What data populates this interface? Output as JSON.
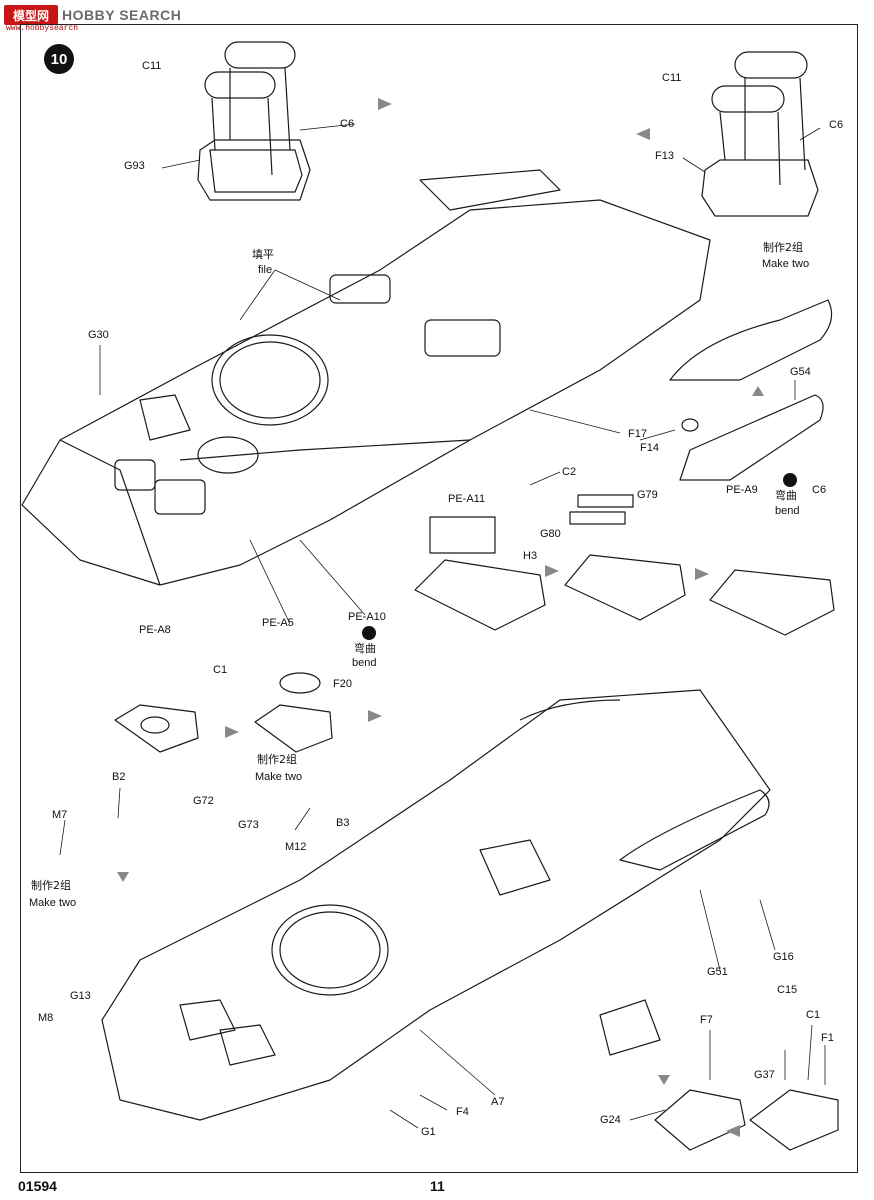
{
  "watermark": {
    "logo": "模型网",
    "text": "HOBBY SEARCH",
    "url": "www.hobbysearch"
  },
  "step_number": "10",
  "footer": {
    "product_code": "01594",
    "page_number": "11"
  },
  "labels": {
    "c11_left": "C11",
    "c6_left": "C6",
    "g93": "G93",
    "c11_right": "C11",
    "c6_right": "C6",
    "f13": "F13",
    "file_cn": "填平",
    "file_en": "file",
    "make_two_cn_1": "制作2组",
    "make_two_en_1": "Make two",
    "g30": "G30",
    "g54": "G54",
    "f14": "F14",
    "f17": "F17",
    "c2": "C2",
    "pe_a11": "PE-A11",
    "g79": "G79",
    "g80": "G80",
    "h3": "H3",
    "pe_a9": "PE-A9",
    "c6_bend": "C6",
    "bend_cn_1": "弯曲",
    "bend_en_1": "bend",
    "pe_a5": "PE-A5",
    "pe_a10": "PE-A10",
    "bend_cn_2": "弯曲",
    "bend_en_2": "bend",
    "pe_a8": "PE-A8",
    "c1_mid": "C1",
    "f20": "F20",
    "make_two_cn_2": "制作2组",
    "make_two_en_2": "Make two",
    "b2": "B2",
    "m7": "M7",
    "make_two_cn_3": "制作2组",
    "make_two_en_3": "Make two",
    "g72": "G72",
    "g73": "G73",
    "b3": "B3",
    "m12": "M12",
    "g13": "G13",
    "m8": "M8",
    "g51": "G51",
    "g16": "G16",
    "c15": "C15",
    "c1_right": "C1",
    "f7": "F7",
    "f1": "F1",
    "g37": "G37",
    "a7": "A7",
    "f4": "F4",
    "g1": "G1",
    "g24": "G24"
  }
}
